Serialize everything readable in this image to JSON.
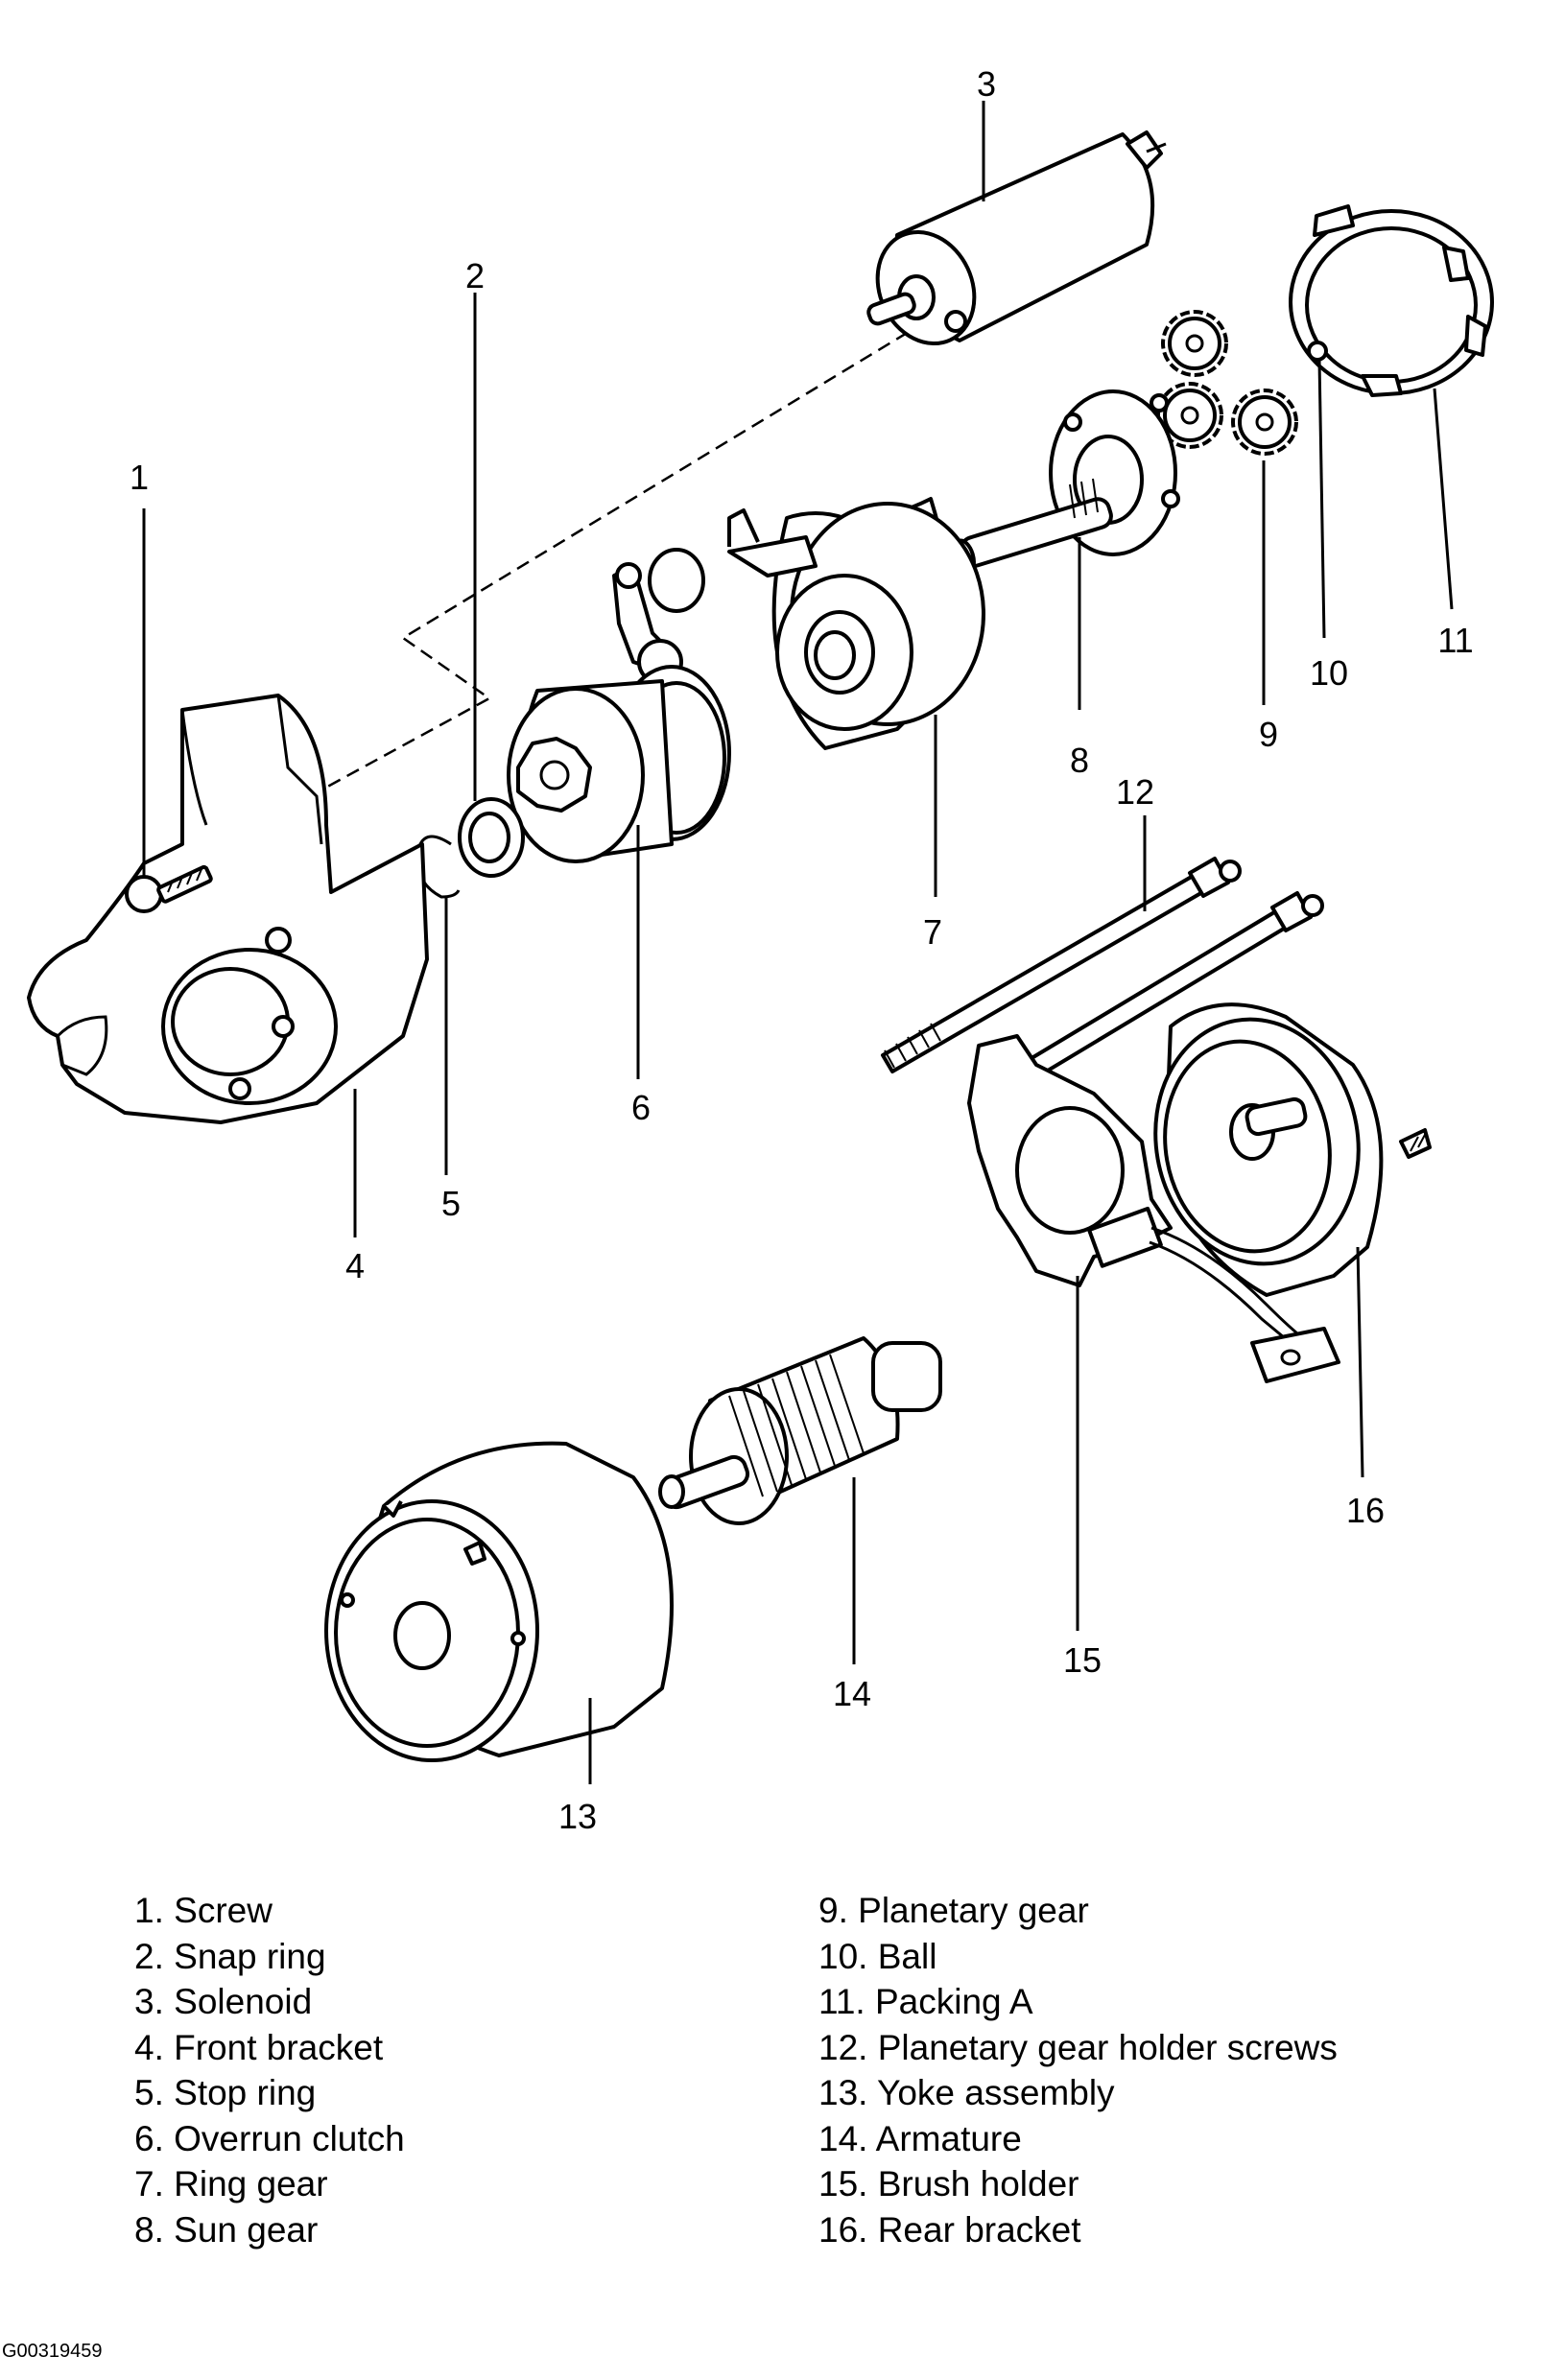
{
  "callouts": [
    "1",
    "2",
    "3",
    "4",
    "5",
    "6",
    "7",
    "8",
    "9",
    "10",
    "11",
    "12",
    "13",
    "14",
    "15",
    "16"
  ],
  "legend_left": [
    "1. Screw",
    "2. Snap ring",
    "3. Solenoid",
    "4. Front bracket",
    "5. Stop ring",
    "6. Overrun clutch",
    "7. Ring gear",
    "8. Sun gear"
  ],
  "legend_right": [
    "9. Planetary gear",
    "10. Ball",
    "11. Packing A",
    "12. Planetary gear holder screws",
    "13. Yoke assembly",
    "14. Armature",
    "15. Brush holder",
    "16. Rear bracket"
  ],
  "figure_code": "G00319459"
}
